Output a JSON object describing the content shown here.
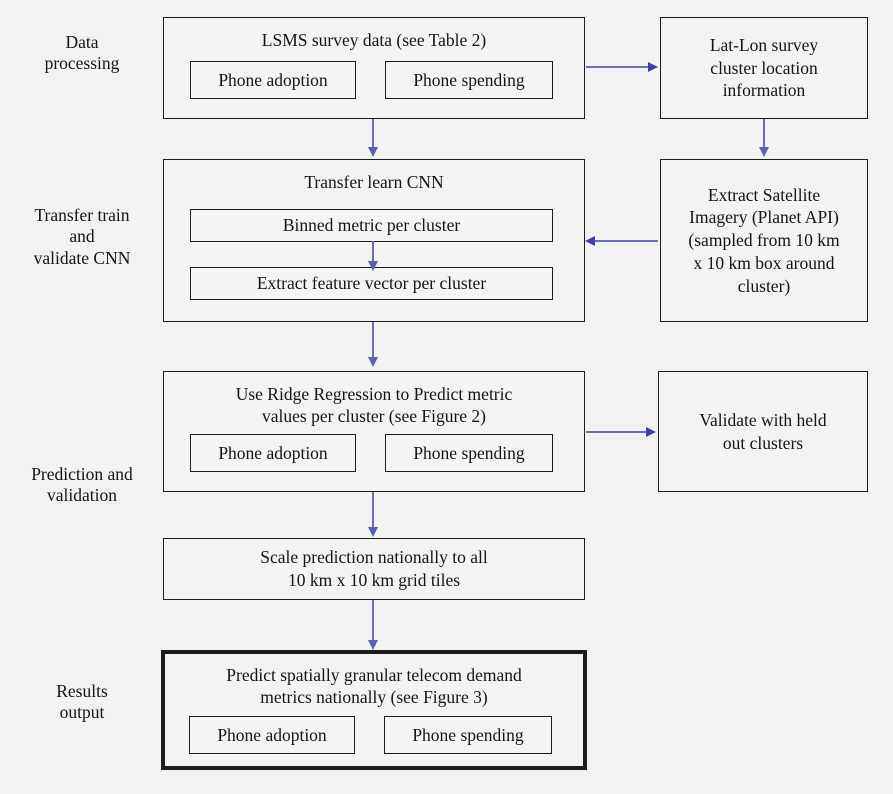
{
  "diagram": {
    "title": "Telecom demand prediction pipeline flowchart",
    "accent_arrow_color": "#5a60b0",
    "box_border_color": "#1c1c1c",
    "background_color": "#f2f2f0"
  },
  "stages": [
    {
      "id": "data-processing",
      "label": "Data\nprocessing"
    },
    {
      "id": "transfer-train",
      "label": "Transfer train\nand\nvalidate CNN"
    },
    {
      "id": "prediction",
      "label": "Prediction and\nvalidation"
    },
    {
      "id": "results",
      "label": "Results\noutput"
    }
  ],
  "boxes": {
    "lsms": {
      "title": "LSMS survey data (see Table 2)",
      "sub_left": "Phone adoption",
      "sub_right": "Phone spending"
    },
    "latlon": {
      "text": "Lat-Lon survey\ncluster location\ninformation"
    },
    "cnn": {
      "title": "Transfer learn CNN",
      "row1": "Binned metric per cluster",
      "row2": "Extract feature vector per cluster"
    },
    "satellite": {
      "text": "Extract Satellite\nImagery (Planet API)\n(sampled from 10 km\nx 10 km box around\ncluster)"
    },
    "ridge": {
      "title": "Use Ridge Regression to Predict metric\nvalues per cluster (see Figure 2)",
      "sub_left": "Phone adoption",
      "sub_right": "Phone spending"
    },
    "validate": {
      "text": "Validate with held\nout clusters"
    },
    "scale": {
      "text": "Scale prediction nationally to all\n10 km x 10 km grid tiles"
    },
    "predict": {
      "title": "Predict spatially granular telecom demand\nmetrics nationally (see Figure 3)",
      "sub_left": "Phone adoption",
      "sub_right": "Phone spending"
    }
  }
}
